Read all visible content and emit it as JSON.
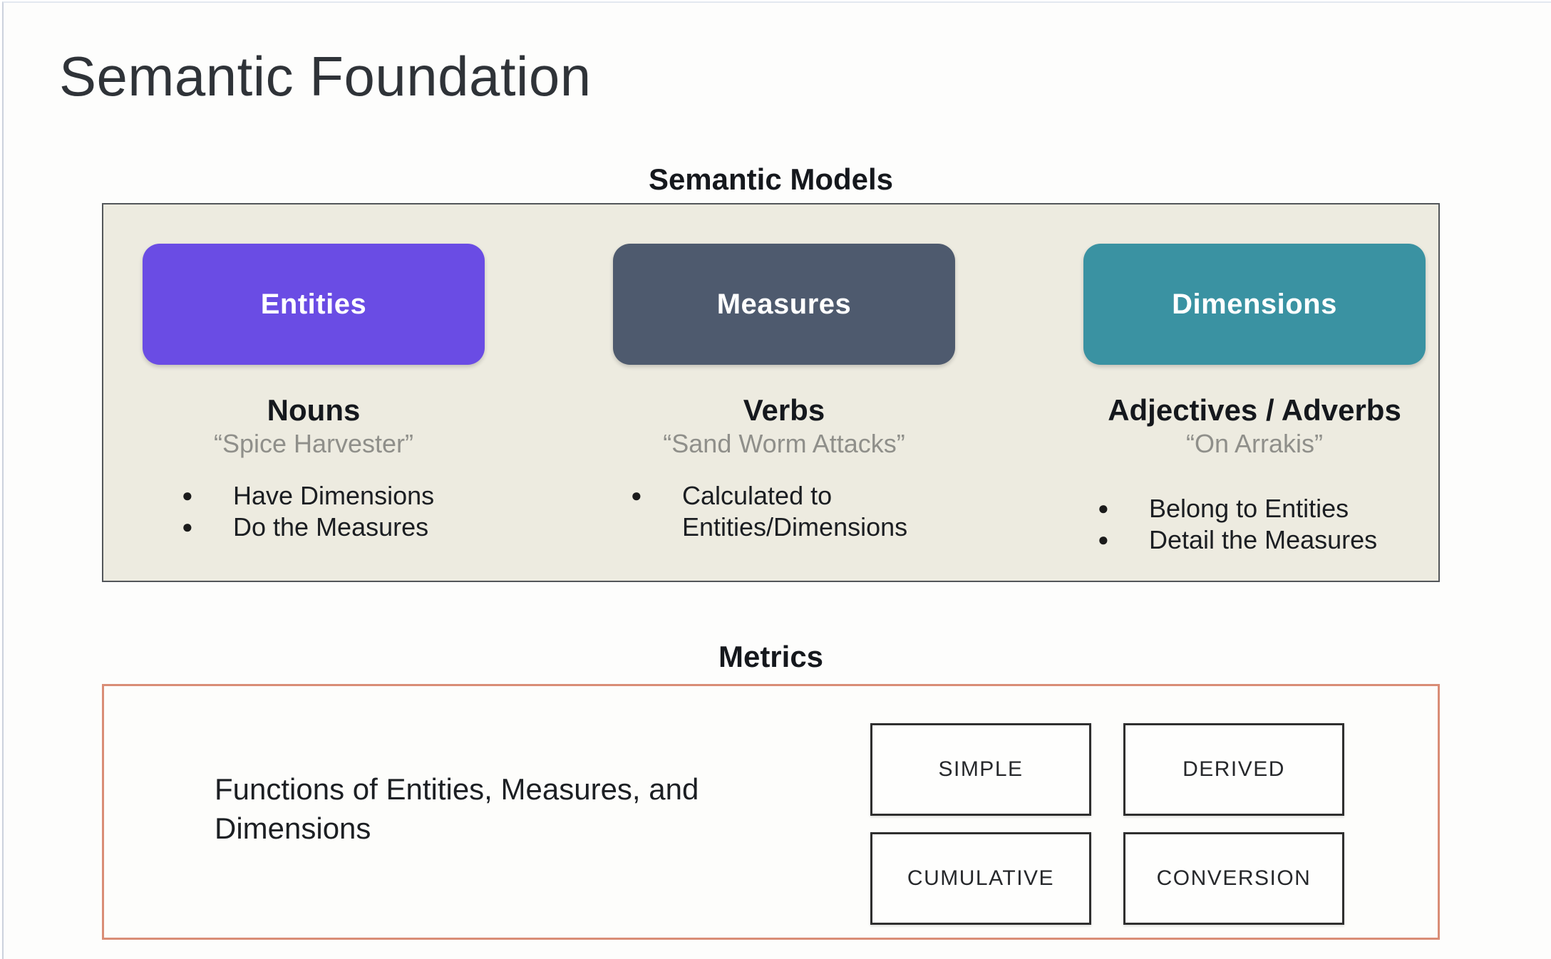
{
  "slide": {
    "title": "Semantic Foundation",
    "semantic_models": {
      "heading": "Semantic Models",
      "columns": [
        {
          "label": "Entities",
          "color": "#6A4CE4",
          "heading": "Nouns",
          "quote": "“Spice Harvester”",
          "bullets": [
            "Have Dimensions",
            "Do the Measures"
          ]
        },
        {
          "label": "Measures",
          "color": "#4E5A6E",
          "heading": "Verbs",
          "quote": "“Sand Worm Attacks”",
          "bullets": [
            "Calculated to Entities/Dimensions"
          ]
        },
        {
          "label": "Dimensions",
          "color": "#3A92A2",
          "heading": "Adjectives / Adverbs",
          "quote": "“On Arrakis”",
          "bullets": [
            "Belong to Entities",
            "Detail the Measures"
          ]
        }
      ],
      "panel_background": "#EDEBE0",
      "panel_border": "#53565A"
    },
    "metrics": {
      "heading": "Metrics",
      "description": "Functions of Entities, Measures, and Dimensions",
      "types": [
        "SIMPLE",
        "DERIVED",
        "CUMULATIVE",
        "CONVERSION"
      ],
      "panel_border": "#D98D76"
    }
  }
}
